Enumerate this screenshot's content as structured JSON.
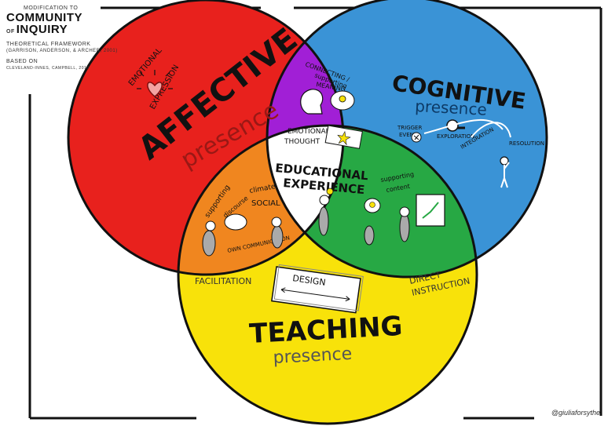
{
  "title_block": {
    "pre_title": "MODIFICATION TO",
    "title_line1": "COMMUNITY",
    "title_of": "OF",
    "title_line2": "INQUIRY",
    "framework": "THEORETICAL FRAMEWORK",
    "authors": "(GARRISON, ANDERSON, & ARCHER, 2001)",
    "based_on": "BASED ON",
    "based_source": "CLEVELAND-INNES, CAMPBELL, 2012"
  },
  "circles": {
    "affective": {
      "title": "AFFECTIVE",
      "subtitle": "presence",
      "color": "#e8211d",
      "labels": {
        "emotional": "EMOTIONAL",
        "expression": "EXPRESSION"
      }
    },
    "cognitive": {
      "title": "COGNITIVE",
      "subtitle": "presence",
      "color": "#3a93d6",
      "labels": {
        "trigger": "TRIGGER",
        "event": "EVENT",
        "exploration": "EXPLORATION",
        "integration": "INTEGRATION",
        "resolution": "RESOLUTION"
      }
    },
    "teaching": {
      "title": "TEACHING",
      "subtitle": "presence",
      "color": "#f8e20a",
      "labels": {
        "facilitation": "FACILITATION",
        "design": "DESIGN",
        "direct": "DIRECT",
        "instruction": "INSTRUCTION"
      }
    }
  },
  "overlaps": {
    "affective_cognitive": {
      "color": "#a11fd6",
      "line1": "CONNECTING /",
      "line2": "supporting",
      "line3": "MEANING",
      "bottom1": "EMOTIONAL",
      "bottom2": "THOUGHT"
    },
    "affective_teaching": {
      "color": "#f0861f",
      "supporting": "supporting",
      "discourse": "discourse",
      "climate": "climate",
      "social": "SOCIAL",
      "own_communication": "OWN COMMUNICATION"
    },
    "cognitive_teaching": {
      "color": "#27a844",
      "line1": "supporting",
      "line2": "content"
    },
    "center": {
      "line1": "EDUCATIONAL",
      "line2": "EXPERIENCE"
    }
  },
  "credit": "@giuliaforsythe",
  "icons": [
    "heart-icon",
    "lightbulb-icon",
    "person-icon",
    "magnifier-icon",
    "star-icon",
    "document-icon"
  ]
}
